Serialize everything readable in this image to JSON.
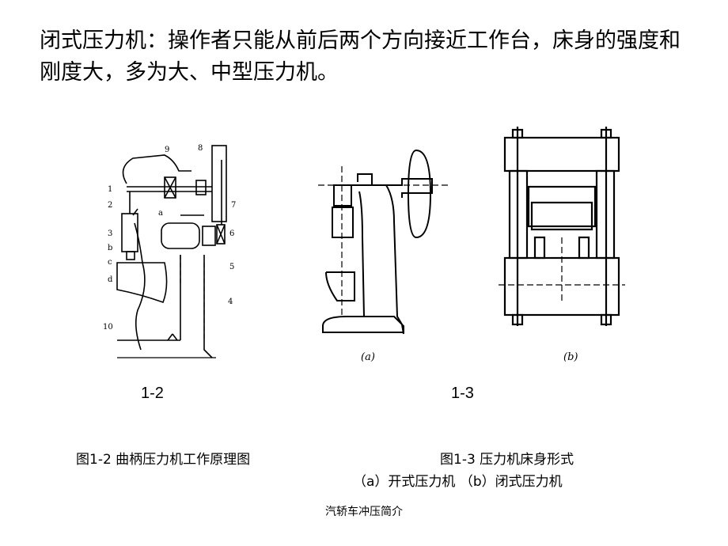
{
  "slide": {
    "heading": "闭式压力机：操作者只能从前后两个方向接近工作台，床身的强度和刚度大，多为大、中型压力机。",
    "figure_left": {
      "label": "1-2",
      "caption": "图1-2  曲柄压力机工作原理图",
      "callouts": [
        "1",
        "2",
        "3",
        "b",
        "c",
        "d",
        "10",
        "9",
        "8",
        "7",
        "a",
        "6",
        "5",
        "4"
      ]
    },
    "figure_right": {
      "label": "1-3",
      "caption_line1": "图1-3  压力机床身形式",
      "caption_line2": "（a）开式压力机    （b）闭式压力机",
      "sub_a": "(a)",
      "sub_b": "(b)"
    },
    "footer": "汽轿车冲压简介"
  }
}
